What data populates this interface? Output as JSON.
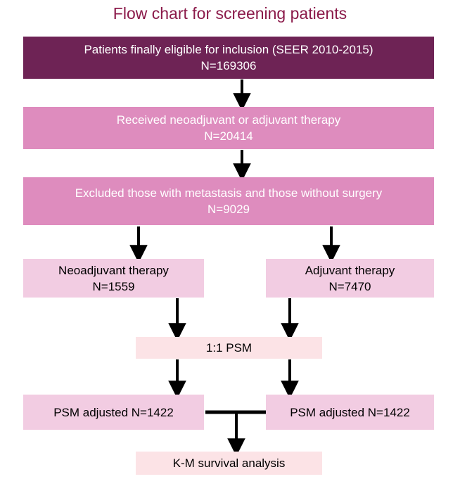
{
  "chart": {
    "title": "Flow chart for screening patients",
    "title_color": "#8B1A4A",
    "background": "#ffffff",
    "palette": {
      "level1": "#6E2355",
      "level2": "#DE8CBE",
      "level3": "#F2CCE2",
      "level4": "#FCE3E6",
      "arrow": "#000000",
      "text_on_dark": "#ffffff",
      "text_on_light": "#000000"
    }
  },
  "nodes": {
    "eligible": {
      "line1": "Patients  finally eligible for inclusion (SEER 2010-2015)",
      "line2": "N=169306",
      "count": 169306
    },
    "received_therapy": {
      "line1": "Received neoadjuvant or adjuvant therapy",
      "line2": "N=20414",
      "count": 20414
    },
    "excluded": {
      "line1": "Excluded those with metastasis and those without surgery",
      "line2": "N=9029",
      "count": 9029
    },
    "neoadjuvant": {
      "line1": "Neoadjuvant therapy",
      "line2": "N=1559",
      "count": 1559
    },
    "adjuvant": {
      "line1": "Adjuvant therapy",
      "line2": "N=7470",
      "count": 7470
    },
    "psm": {
      "line1": "1:1 PSM"
    },
    "psm_adjusted_left": {
      "line1": "PSM adjusted N=1422",
      "count": 1422
    },
    "psm_adjusted_right": {
      "line1": "PSM adjusted N=1422",
      "count": 1422
    },
    "km_analysis": {
      "line1": "K-M survival analysis"
    }
  }
}
